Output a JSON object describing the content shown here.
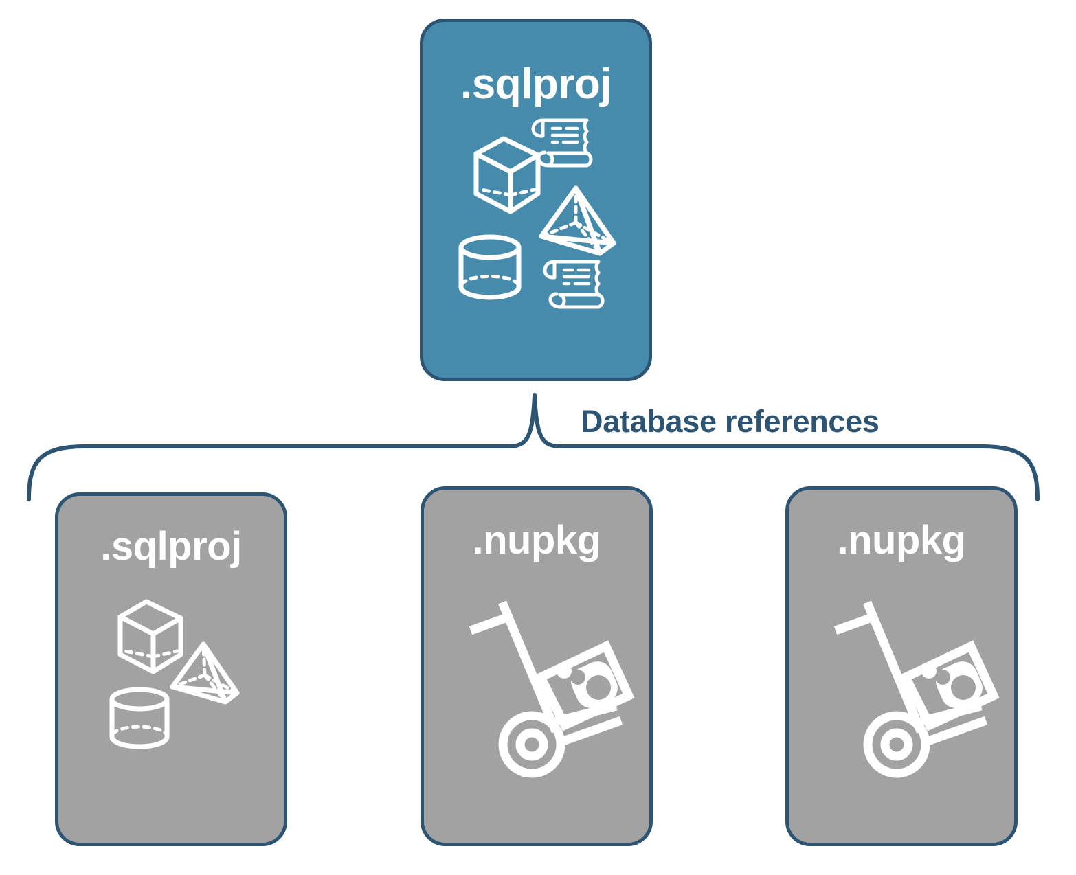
{
  "diagram": {
    "title_text": "Database references",
    "colors": {
      "card_blue": "#468bac",
      "card_gray": "#a2a2a2",
      "outline_dark_blue": "#2d5573",
      "label_text": "#2d5573",
      "card_text": "#ffffff",
      "background": "#ffffff"
    },
    "connector": {
      "name": "database-references-brace",
      "label": "Database references"
    },
    "parent_card": {
      "label": ".sqlproj",
      "fill": "blue",
      "icons": [
        "cube-wireframe-icon",
        "scroll-document-icon",
        "pyramid-wireframe-icon",
        "cylinder-wireframe-icon",
        "scroll-document-icon"
      ]
    },
    "reference_cards": [
      {
        "label": ".sqlproj",
        "fill": "gray",
        "icon_set": "sql-shapes",
        "icons": [
          "cube-wireframe-icon",
          "pyramid-wireframe-icon",
          "cylinder-wireframe-icon"
        ]
      },
      {
        "label": ".nupkg",
        "fill": "gray",
        "icon_set": "nuget-package",
        "icons": [
          "hand-truck-package-icon"
        ]
      },
      {
        "label": ".nupkg",
        "fill": "gray",
        "icon_set": "nuget-package",
        "icons": [
          "hand-truck-package-icon"
        ]
      }
    ]
  }
}
